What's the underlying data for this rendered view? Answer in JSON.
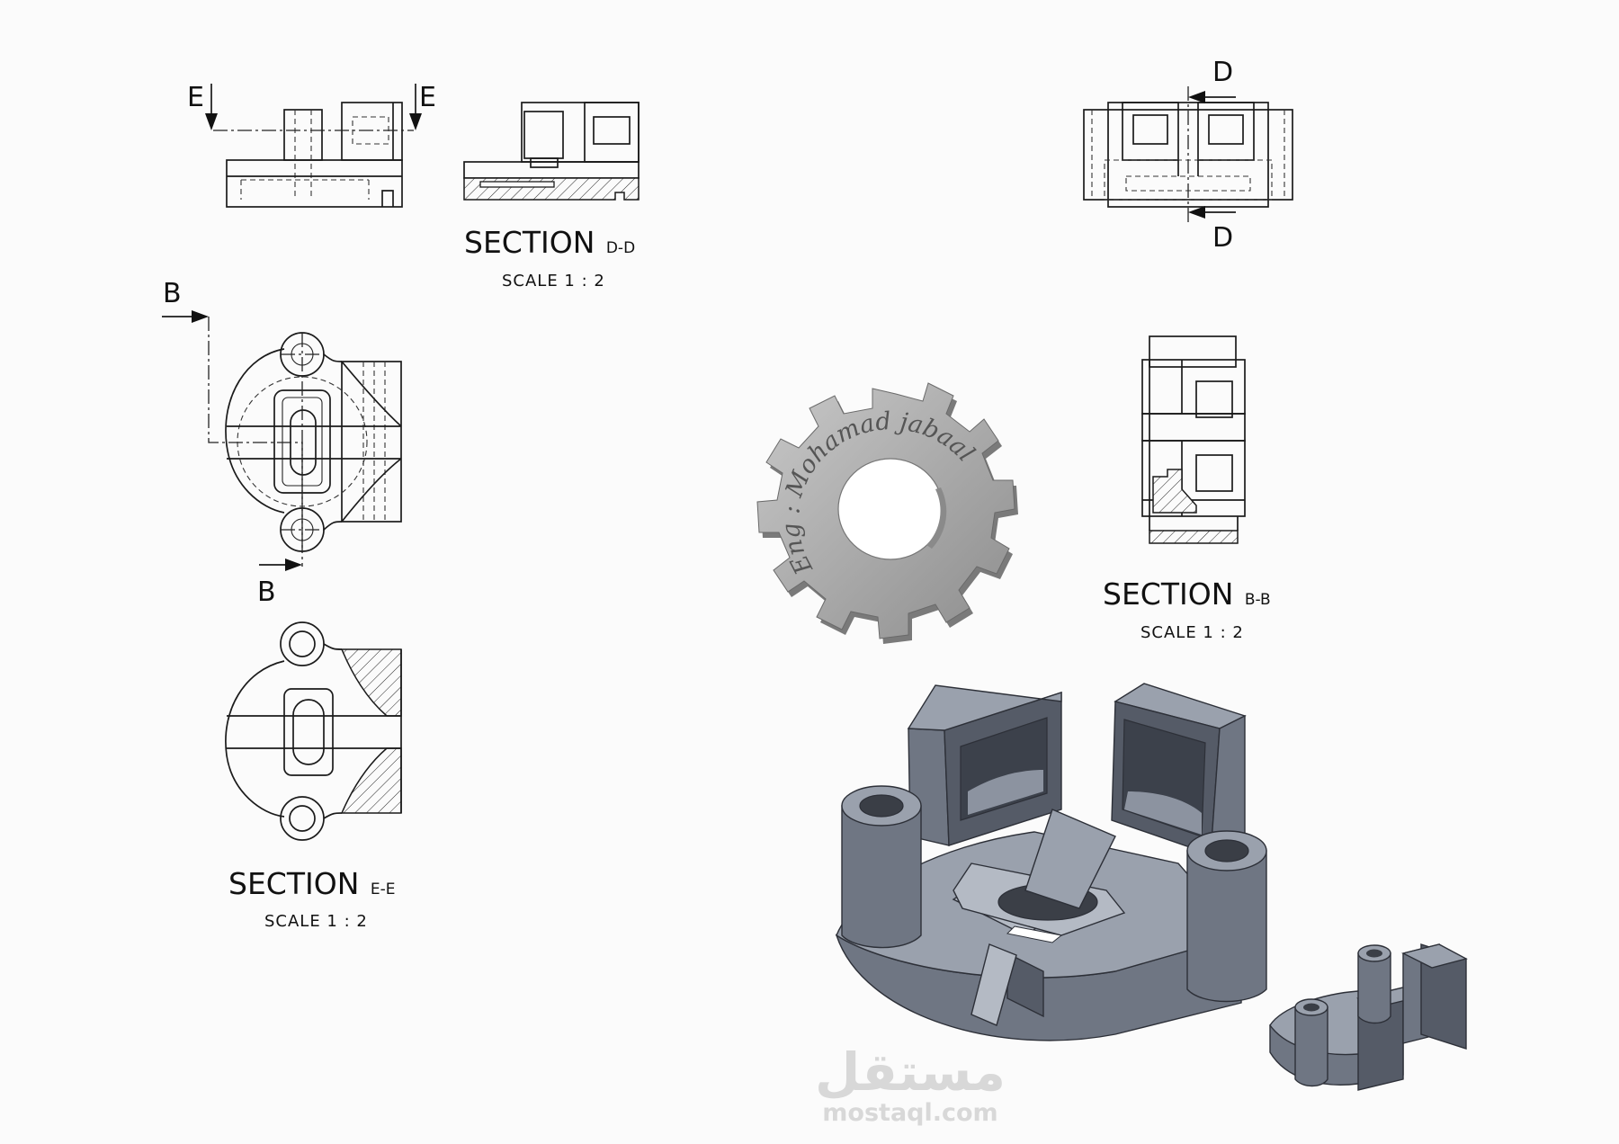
{
  "labels": {
    "e_left": "E",
    "e_right": "E",
    "d_top": "D",
    "d_bottom": "D",
    "b_top": "B",
    "b_bottom": "B"
  },
  "sections": {
    "dd": {
      "title": "SECTION",
      "id": "D-D",
      "scale": "SCALE 1 : 2"
    },
    "ee": {
      "title": "SECTION",
      "id": "E-E",
      "scale": "SCALE 1 : 2"
    },
    "bb": {
      "title": "SECTION",
      "id": "B-B",
      "scale": "SCALE 1 : 2"
    }
  },
  "signature": {
    "text": "Eng : Mohamad jabaal"
  },
  "watermark": {
    "arabic": "مستقل",
    "latin": "mostaql.com"
  },
  "colors": {
    "line": "#1b1b1b",
    "solid": "#9aa1ad",
    "watermark": "#d8d8d8"
  }
}
